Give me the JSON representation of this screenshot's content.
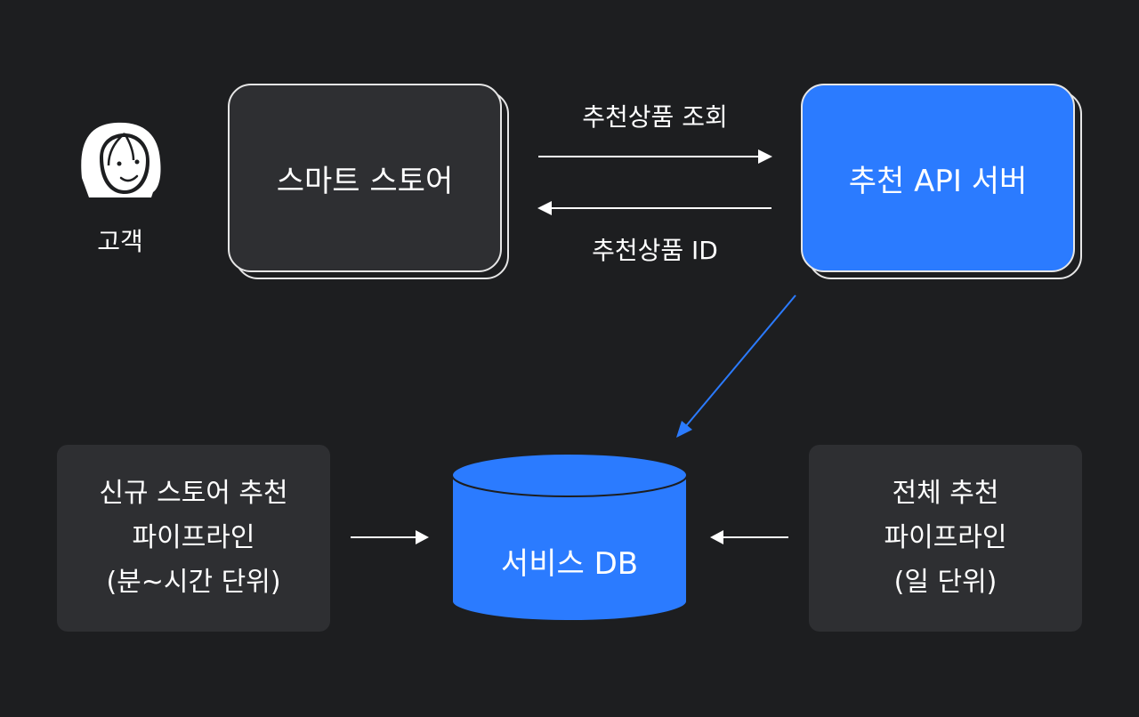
{
  "customer": {
    "label": "고객",
    "icon": "customer-face-icon"
  },
  "smart_store": {
    "label": "스마트 스토어"
  },
  "rec_api": {
    "label": "추천 API 서버",
    "color": "#2b7bff"
  },
  "arrows": {
    "request": "추천상품 조회",
    "response": "추천상품 ID"
  },
  "service_db": {
    "label": "서비스 DB",
    "color": "#2b7bff"
  },
  "new_store_pipeline": {
    "lines": [
      "신규 스토어 추천",
      "파이프라인",
      "(분~시간 단위)"
    ]
  },
  "full_pipeline": {
    "lines": [
      "전체 추천",
      "파이프라인",
      "(일 단위)"
    ]
  }
}
